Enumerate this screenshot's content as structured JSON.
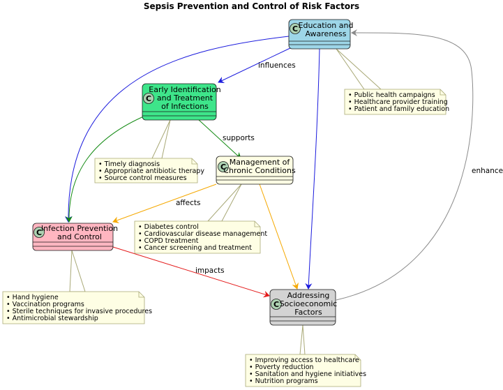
{
  "title": "Sepsis Prevention and Control of Risk Factors",
  "class_marker": "C",
  "colors": {
    "education": "#9dd6e8",
    "early": "#3ee58a",
    "management": "#fefee4",
    "infection": "#ffb6c1",
    "addressing": "#d3d3d3",
    "note": "#fefee4",
    "note_border": "#a8a876",
    "blue": "#1a1add",
    "green": "#138a13",
    "orange": "#f5a800",
    "red": "#e41a1a",
    "gray": "#8a8a8a"
  },
  "nodes": {
    "education": {
      "lines": [
        "Education and",
        "Awareness"
      ]
    },
    "early": {
      "lines": [
        "Early Identification",
        "and Treatment",
        "of Infections"
      ]
    },
    "management": {
      "lines": [
        "Management of",
        "Chronic Conditions"
      ]
    },
    "infection": {
      "lines": [
        "Infection Prevention",
        "and Control"
      ]
    },
    "addressing": {
      "lines": [
        "Addressing",
        "Socioeconomic",
        "Factors"
      ]
    }
  },
  "notes": {
    "education": [
      "• Public health campaigns",
      "• Healthcare provider training",
      "• Patient and family education"
    ],
    "early": [
      "• Timely diagnosis",
      "• Appropriate antibiotic therapy",
      "• Source control measures"
    ],
    "management": [
      "• Diabetes control",
      "• Cardiovascular disease management",
      "• COPD treatment",
      "• Cancer screening and treatment"
    ],
    "infection": [
      "• Hand hygiene",
      "• Vaccination programs",
      "• Sterile techniques for invasive procedures",
      "• Antimicrobial stewardship"
    ],
    "addressing": [
      "• Improving access to healthcare",
      "• Poverty reduction",
      "• Sanitation and hygiene initiatives",
      "• Nutrition programs"
    ]
  },
  "edge_labels": {
    "influences": "influences",
    "supports": "supports",
    "affects": "affects",
    "impacts": "impacts",
    "enhances": "enhances"
  }
}
